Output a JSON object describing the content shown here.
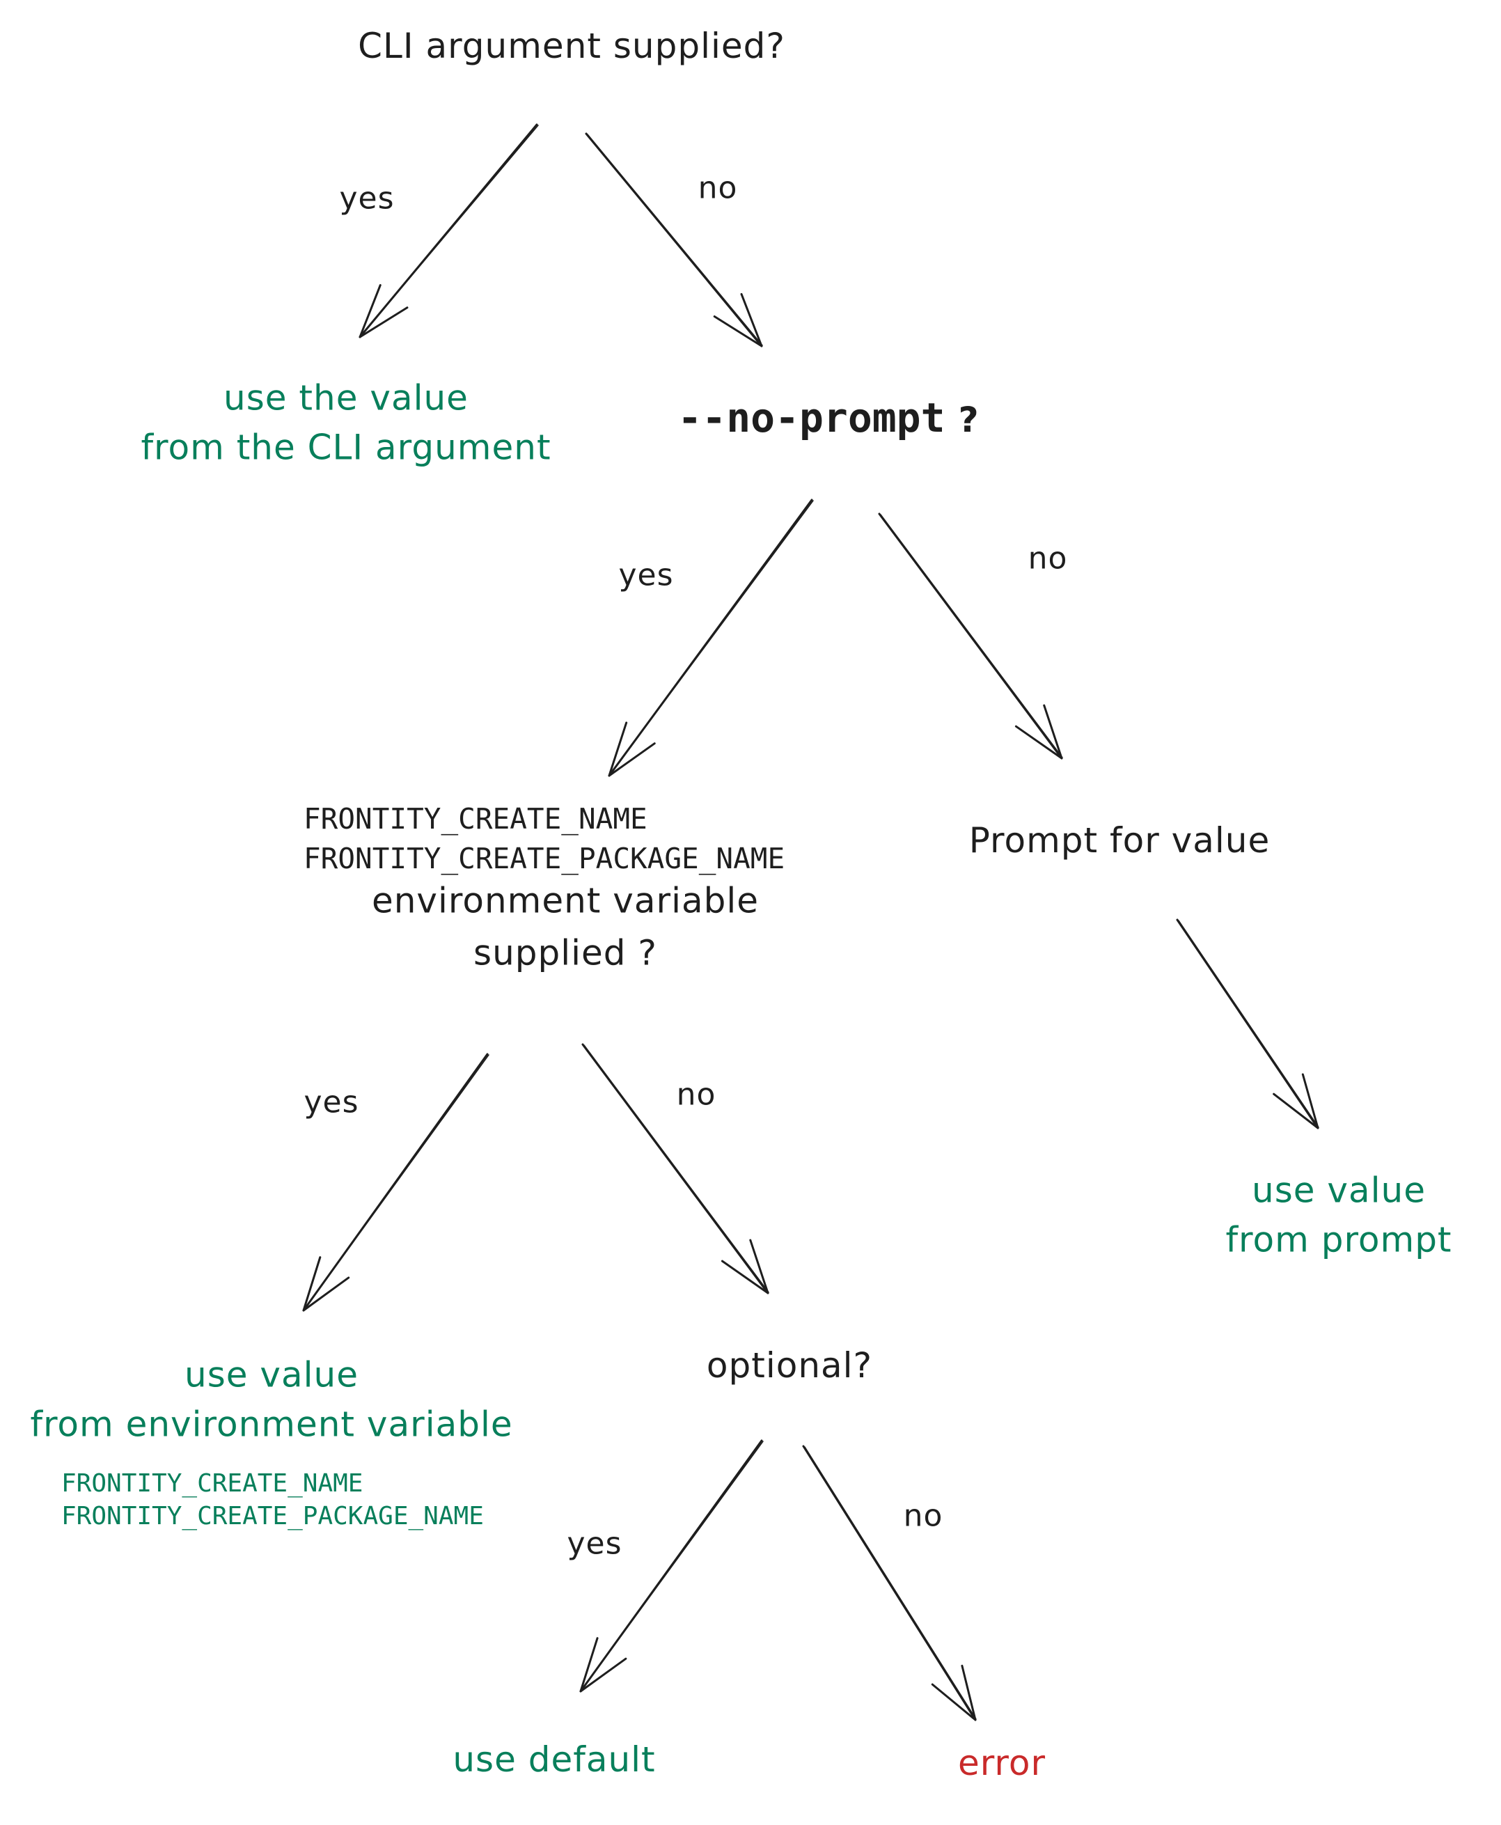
{
  "nodes": {
    "cli_question": "CLI argument supplied?",
    "use_cli": [
      "use the value",
      "from the CLI argument"
    ],
    "no_prompt_question": "--no-prompt",
    "no_prompt_mark": "?",
    "env_names": [
      "FRONTITY_CREATE_NAME",
      "FRONTITY_CREATE_PACKAGE_NAME"
    ],
    "env_question": [
      "environment variable",
      "supplied ?"
    ],
    "prompt_for_value": "Prompt for value",
    "use_prompt": [
      "use value",
      "from prompt"
    ],
    "use_env": [
      "use value",
      "from environment variable"
    ],
    "use_env_names": [
      "FRONTITY_CREATE_NAME",
      "FRONTITY_CREATE_PACKAGE_NAME"
    ],
    "optional_question": "optional?",
    "use_default": "use default",
    "error": "error"
  },
  "edges": [
    {
      "from": "cli_question",
      "to": "use_cli",
      "label": "yes"
    },
    {
      "from": "cli_question",
      "to": "no_prompt_question",
      "label": "no"
    },
    {
      "from": "no_prompt_question",
      "to": "env_question",
      "label": "yes"
    },
    {
      "from": "no_prompt_question",
      "to": "prompt_for_value",
      "label": "no"
    },
    {
      "from": "prompt_for_value",
      "to": "use_prompt",
      "label": ""
    },
    {
      "from": "env_question",
      "to": "use_env",
      "label": "yes"
    },
    {
      "from": "env_question",
      "to": "optional_question",
      "label": "no"
    },
    {
      "from": "optional_question",
      "to": "use_default",
      "label": "yes"
    },
    {
      "from": "optional_question",
      "to": "error",
      "label": "no"
    }
  ],
  "colors": {
    "ink": "#1e1e1e",
    "success": "#087f5b",
    "error": "#c92a2a"
  }
}
